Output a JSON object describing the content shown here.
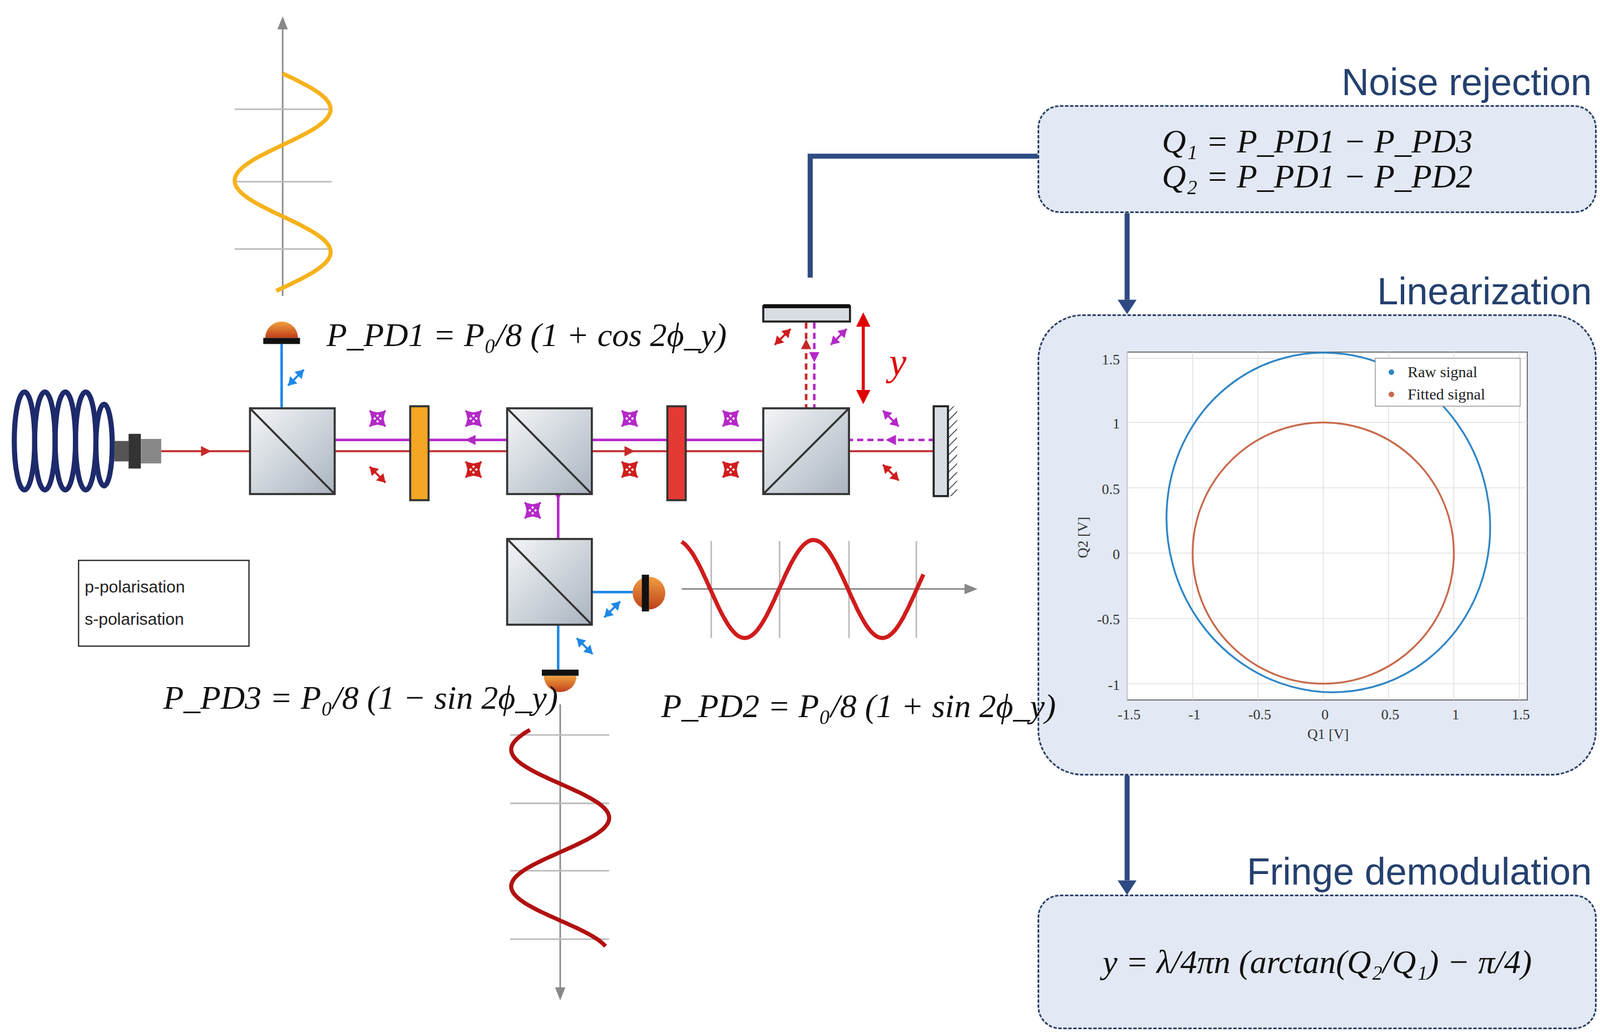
{
  "diagram": {
    "nodes": [
      {
        "text": [
          "Noise rejection",
          "Q₁ = P_PD1 − P_PD3",
          "Q₂ = P_PD1 − P_PD2"
        ]
      },
      {
        "text": [
          "Linearization"
        ]
      },
      {
        "text": [
          "Fringe demodulation",
          "y = λ/4πn (arctan(Q₂/Q₁) − π/4)"
        ]
      }
    ],
    "edges": [
      {
        "from": 0,
        "to": 1,
        "arrow": "to"
      },
      {
        "from": 1,
        "to": 2,
        "arrow": "to"
      }
    ],
    "labels": [
      "y",
      "P_PD1 = P₀/8 (1 + cos 2ϕ_y)",
      "P_PD3 = P₀/8 (1 − sin 2ϕ_y)",
      "P_PD2 = P₀/8 (1 + sin 2ϕ_y)",
      "Q2 [V]",
      "Q1 [V]",
      "1.5",
      "1",
      "0.5",
      "0",
      "-0.5",
      "-1",
      "-1.5",
      "-1",
      "-0.5",
      "0",
      "0.5",
      "1",
      "1.5"
    ],
    "legend": [
      {
        "text": "p-polarisation"
      },
      {
        "text": "s-polarisation"
      },
      {
        "text": "Raw signal",
        "color": "#2f86c6"
      },
      {
        "text": "Fitted signal",
        "color": "#c8694b"
      }
    ]
  }
}
